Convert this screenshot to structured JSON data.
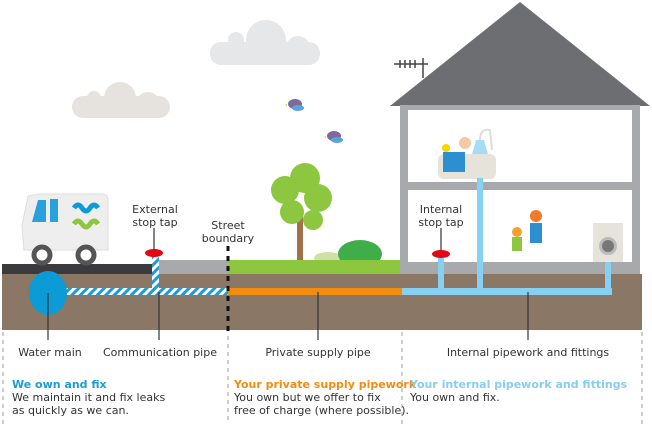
{
  "diagram": {
    "title": "Water supply pipe ownership",
    "colors": {
      "sky_white": "#ffffff",
      "road": "#3b3a3c",
      "pavement": "#a7a9ac",
      "grass": "#8dc63f",
      "soil": "#8a7765",
      "water_main": "#0b9bd7",
      "communication_pipe_stripe": "#1f9ad6",
      "private_pipe": "#f28c0f",
      "internal_pipe": "#86d0f2",
      "house_roof": "#6d6e71",
      "house_wall": "#a7a9ac",
      "stop_tap": "#e30613",
      "cloud": "#e6e7e8",
      "divider": "#bcbec0",
      "heading_blue": "#1a9cd8",
      "heading_orange": "#f28c0f",
      "heading_light_blue": "#86cdf0"
    },
    "labels": {
      "external_stop_tap": [
        "External",
        "stop tap"
      ],
      "street_boundary": [
        "Street",
        "boundary"
      ],
      "internal_stop_tap": [
        "Internal",
        "stop tap"
      ],
      "water_main": "Water main",
      "communication_pipe": "Communication pipe",
      "private_supply_pipe": "Private supply pipe",
      "internal_pipework": "Internal pipework and fittings"
    },
    "sections": [
      {
        "heading": "We own and fix",
        "body": [
          "We maintain it and fix leaks",
          "as quickly as we can."
        ]
      },
      {
        "heading": "Your private supply pipework",
        "body": [
          "You own but we offer to fix",
          "free of charge (where possible)."
        ]
      },
      {
        "heading": "Your internal pipework and fittings",
        "body": [
          "You own and fix."
        ]
      }
    ],
    "icons": [
      "van-icon",
      "cloud-icon",
      "bird-icon",
      "tree-icon",
      "bush-icon",
      "house-icon",
      "antenna-icon",
      "bath-icon",
      "shower-icon",
      "child-icon",
      "washing-machine-icon",
      "stop-tap-icon"
    ]
  }
}
